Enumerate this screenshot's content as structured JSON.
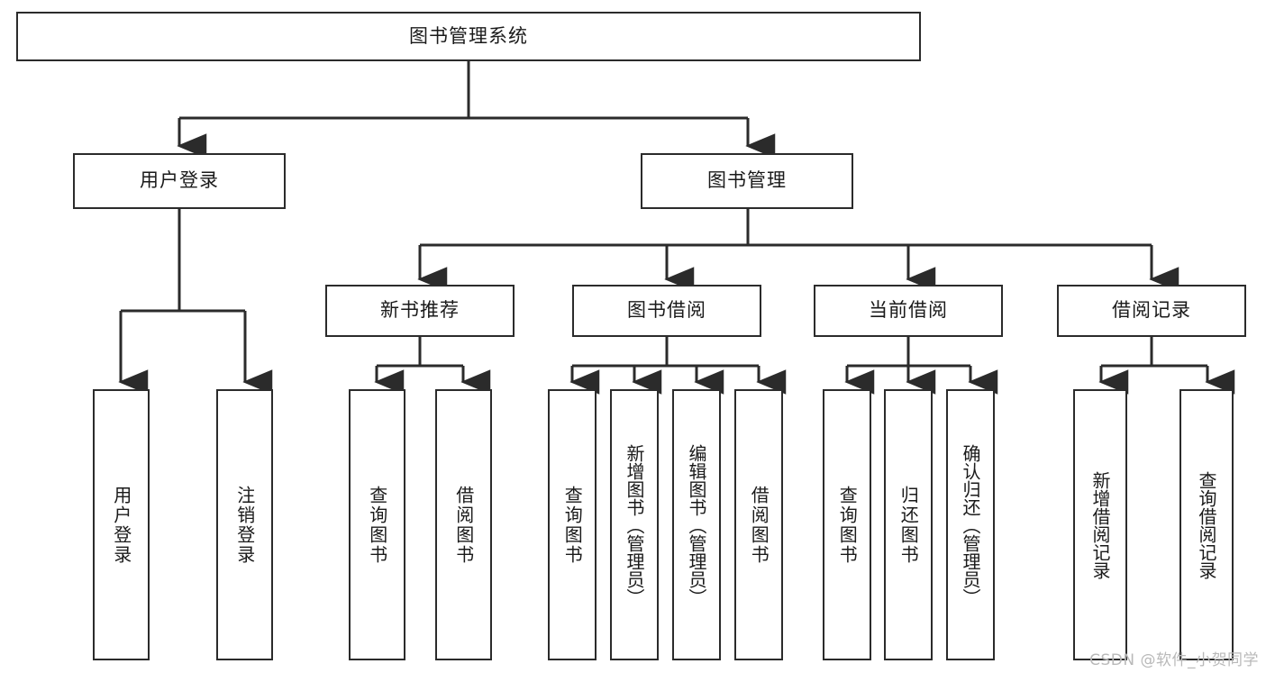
{
  "diagram": {
    "type": "tree-hierarchy",
    "title": "图书管理系统",
    "watermark": "CSDN @软件_小贺同学",
    "colors": {
      "box_border": "#2b2b2b",
      "box_fill": "#ffffff",
      "connector": "#2b2b2b",
      "text": "#1a1a1a",
      "watermark": "#b9b9b9",
      "background": "#ffffff"
    },
    "root": {
      "label": "图书管理系统"
    },
    "level2": [
      {
        "label": "用户登录"
      },
      {
        "label": "图书管理"
      }
    ],
    "level3": [
      {
        "label": "新书推荐"
      },
      {
        "label": "图书借阅"
      },
      {
        "label": "当前借阅"
      },
      {
        "label": "借阅记录"
      }
    ],
    "leaves": {
      "user_login": [
        {
          "label": "用户登录"
        },
        {
          "label": "注销登录"
        }
      ],
      "new_book_recommend": [
        {
          "label": "查询图书"
        },
        {
          "label": "借阅图书"
        }
      ],
      "book_borrow": [
        {
          "label": "查询图书"
        },
        {
          "label": "新增图书（管理员）"
        },
        {
          "label": "编辑图书（管理员）"
        },
        {
          "label": "借阅图书"
        }
      ],
      "current_borrow": [
        {
          "label": "查询图书"
        },
        {
          "label": "归还图书"
        },
        {
          "label": "确认归还（管理员）"
        }
      ],
      "borrow_record": [
        {
          "label": "新增借阅记录"
        },
        {
          "label": "查询借阅记录"
        }
      ]
    }
  }
}
